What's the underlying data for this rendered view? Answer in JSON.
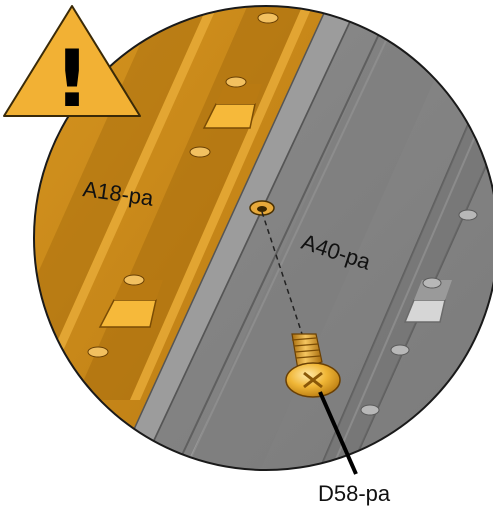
{
  "warning": {
    "icon": "warning-triangle-icon",
    "symbol": "!",
    "color": "#f2b134",
    "outline": "#3a2a08"
  },
  "parts": {
    "orange_panel": {
      "label": "A18-pa",
      "color": "#c98a1a"
    },
    "grey_panel": {
      "label": "A40-pa",
      "color": "#8a8a8a"
    },
    "screw": {
      "label": "D58-pa",
      "color": "#d9961c"
    }
  }
}
